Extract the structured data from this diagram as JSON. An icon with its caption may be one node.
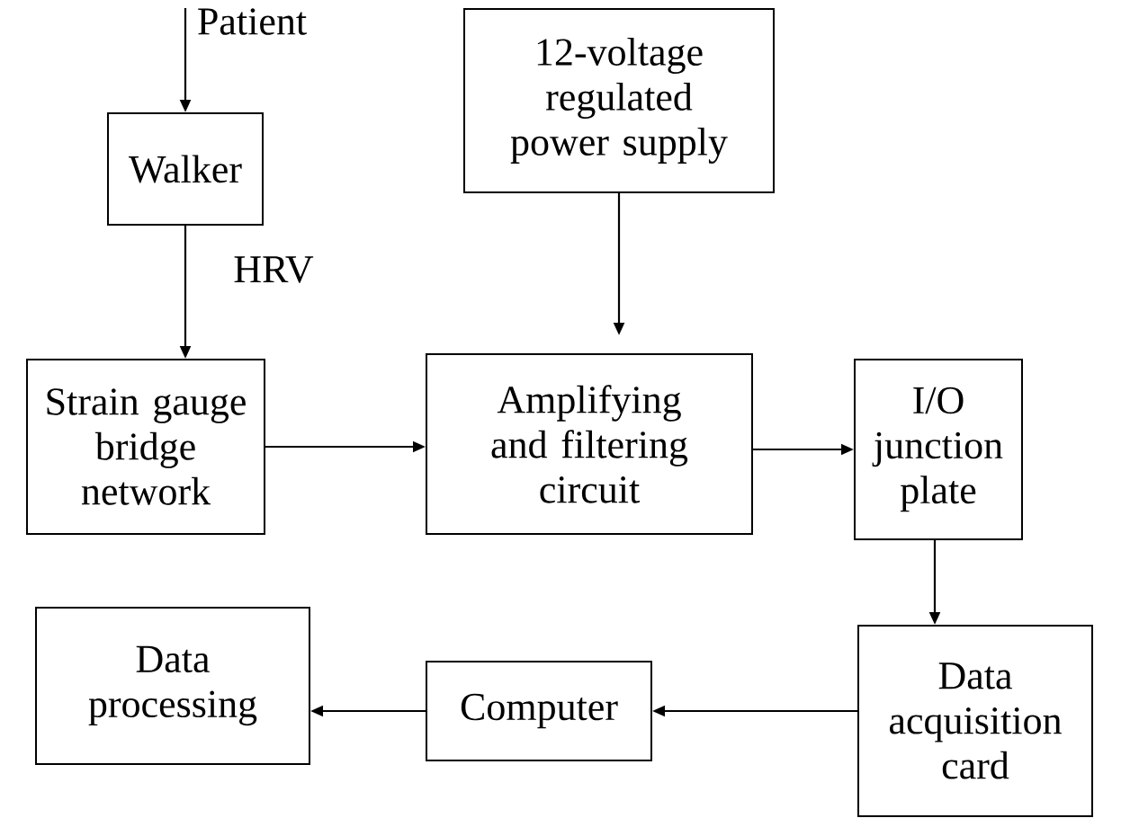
{
  "diagram": {
    "nodes": [
      {
        "text": [
          "Walker"
        ]
      },
      {
        "text": [
          "12-voltage regulated power supply"
        ]
      },
      {
        "text": [
          "Strain gauge bridge network"
        ]
      },
      {
        "text": [
          "Amplifying and filtering circuit"
        ]
      },
      {
        "text": [
          "I/O junction plate"
        ]
      },
      {
        "text": [
          "Data processing"
        ]
      },
      {
        "text": [
          "Computer"
        ]
      },
      {
        "text": [
          "Data acquisition card"
        ]
      }
    ],
    "edges": [
      {
        "from": null,
        "to": 0,
        "arrow": "to",
        "label": "Patient"
      },
      {
        "from": 0,
        "to": 2,
        "arrow": "to",
        "label": "HRV"
      },
      {
        "from": 1,
        "to": 3,
        "arrow": "to"
      },
      {
        "from": 2,
        "to": 3,
        "arrow": "to"
      },
      {
        "from": 3,
        "to": 4,
        "arrow": "to"
      },
      {
        "from": 4,
        "to": 7,
        "arrow": "to"
      },
      {
        "from": 7,
        "to": 6,
        "arrow": "to"
      },
      {
        "from": 6,
        "to": 5,
        "arrow": "to"
      }
    ]
  }
}
